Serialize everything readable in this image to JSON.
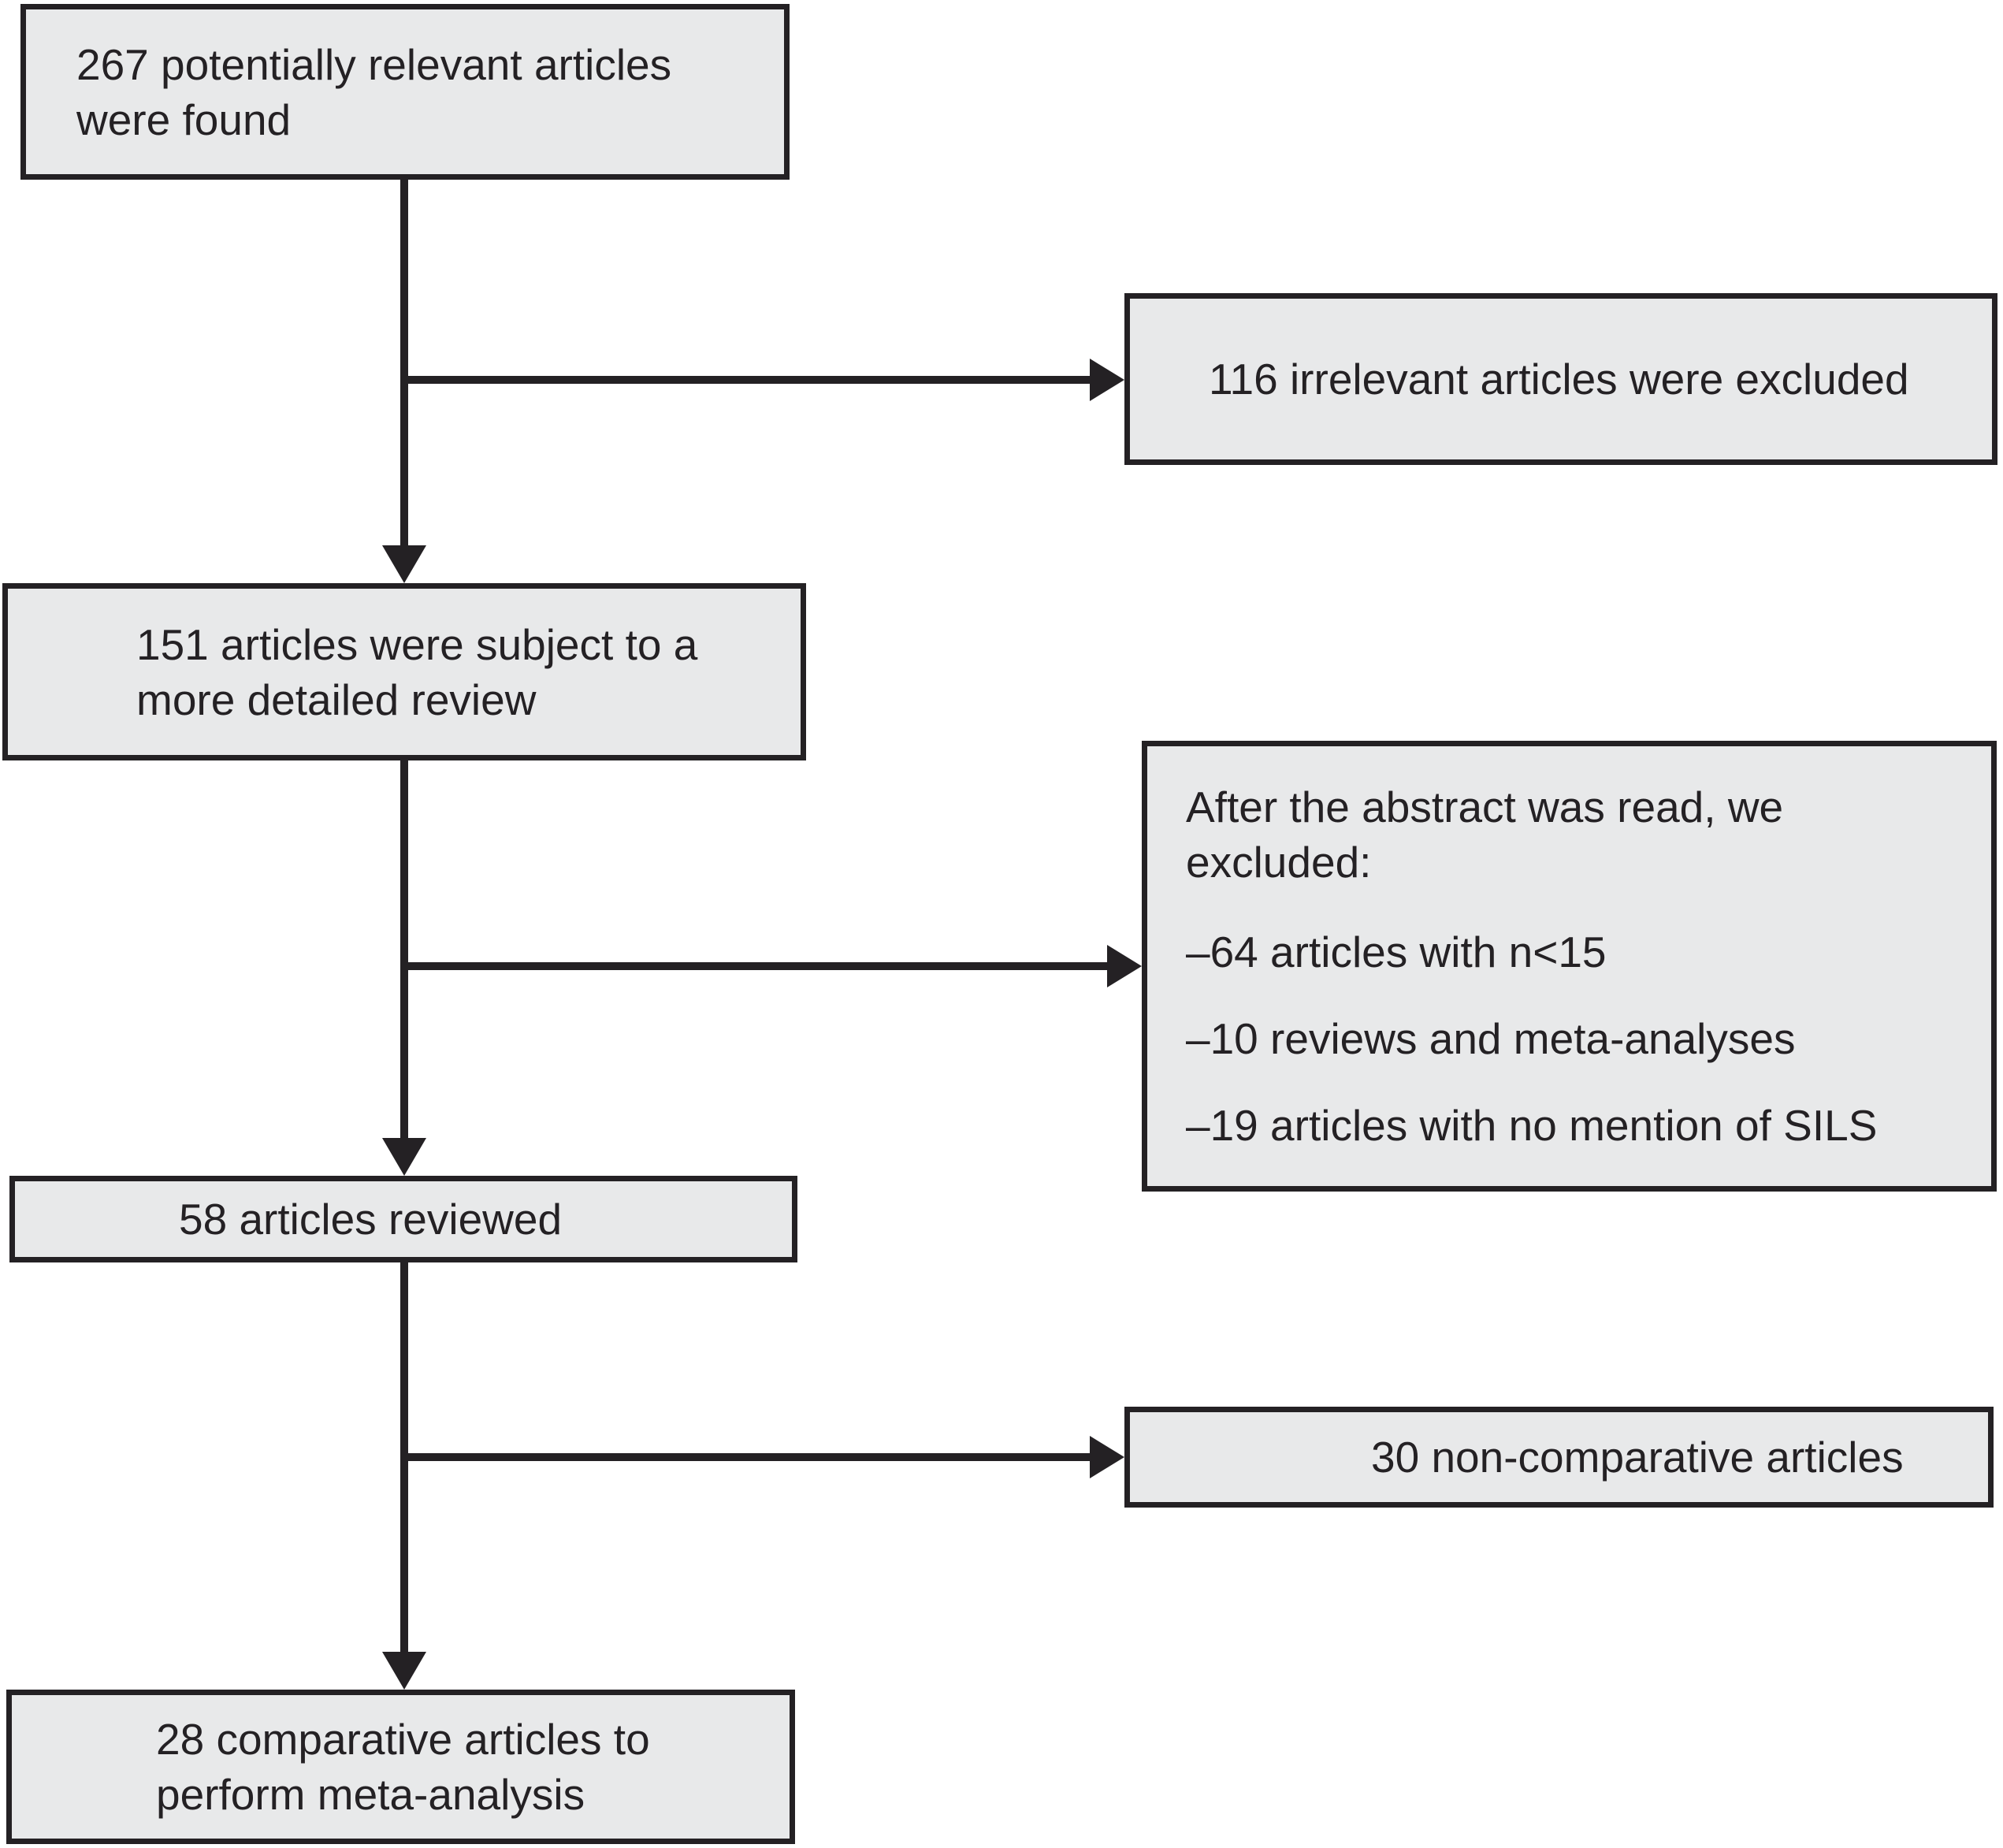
{
  "diagram": {
    "type": "flowchart",
    "description": "Article selection flow for a meta-analysis",
    "colors": {
      "box_fill": "#e8e9ea",
      "ink": "#242124",
      "background": "#ffffff"
    },
    "boxes": {
      "found": {
        "lines": [
          "267 potentially relevant articles",
          "were found"
        ],
        "text": "267 potentially relevant articles were found",
        "count": 267
      },
      "irrelevant_excluded": {
        "text": "116 irrelevant articles were excluded",
        "count": 116
      },
      "detailed_review": {
        "lines": [
          "151 articles were subject to a",
          "more detailed review"
        ],
        "text": "151 articles were subject to a more detailed review",
        "count": 151
      },
      "abstract_excluded": {
        "title_lines": [
          "After the abstract was read, we",
          "excluded:"
        ],
        "title": "After the abstract was read, we excluded:",
        "items": [
          "–64 articles with n<15",
          "–10 reviews and meta-analyses",
          "–19 articles with no mention of SILS"
        ]
      },
      "reviewed": {
        "text": "58 articles reviewed",
        "count": 58
      },
      "non_comparative": {
        "text": "30 non-comparative articles",
        "count": 30
      },
      "meta_analysis": {
        "lines": [
          "28 comparative articles to",
          "perform meta-analysis"
        ],
        "text": "28 comparative articles to perform meta-analysis",
        "count": 28
      }
    },
    "flow": [
      {
        "from": "found",
        "to": "detailed_review"
      },
      {
        "from": "found",
        "to": "irrelevant_excluded",
        "type": "exclusion-branch"
      },
      {
        "from": "detailed_review",
        "to": "reviewed"
      },
      {
        "from": "detailed_review",
        "to": "abstract_excluded",
        "type": "exclusion-branch"
      },
      {
        "from": "reviewed",
        "to": "meta_analysis"
      },
      {
        "from": "reviewed",
        "to": "non_comparative",
        "type": "exclusion-branch"
      }
    ]
  }
}
